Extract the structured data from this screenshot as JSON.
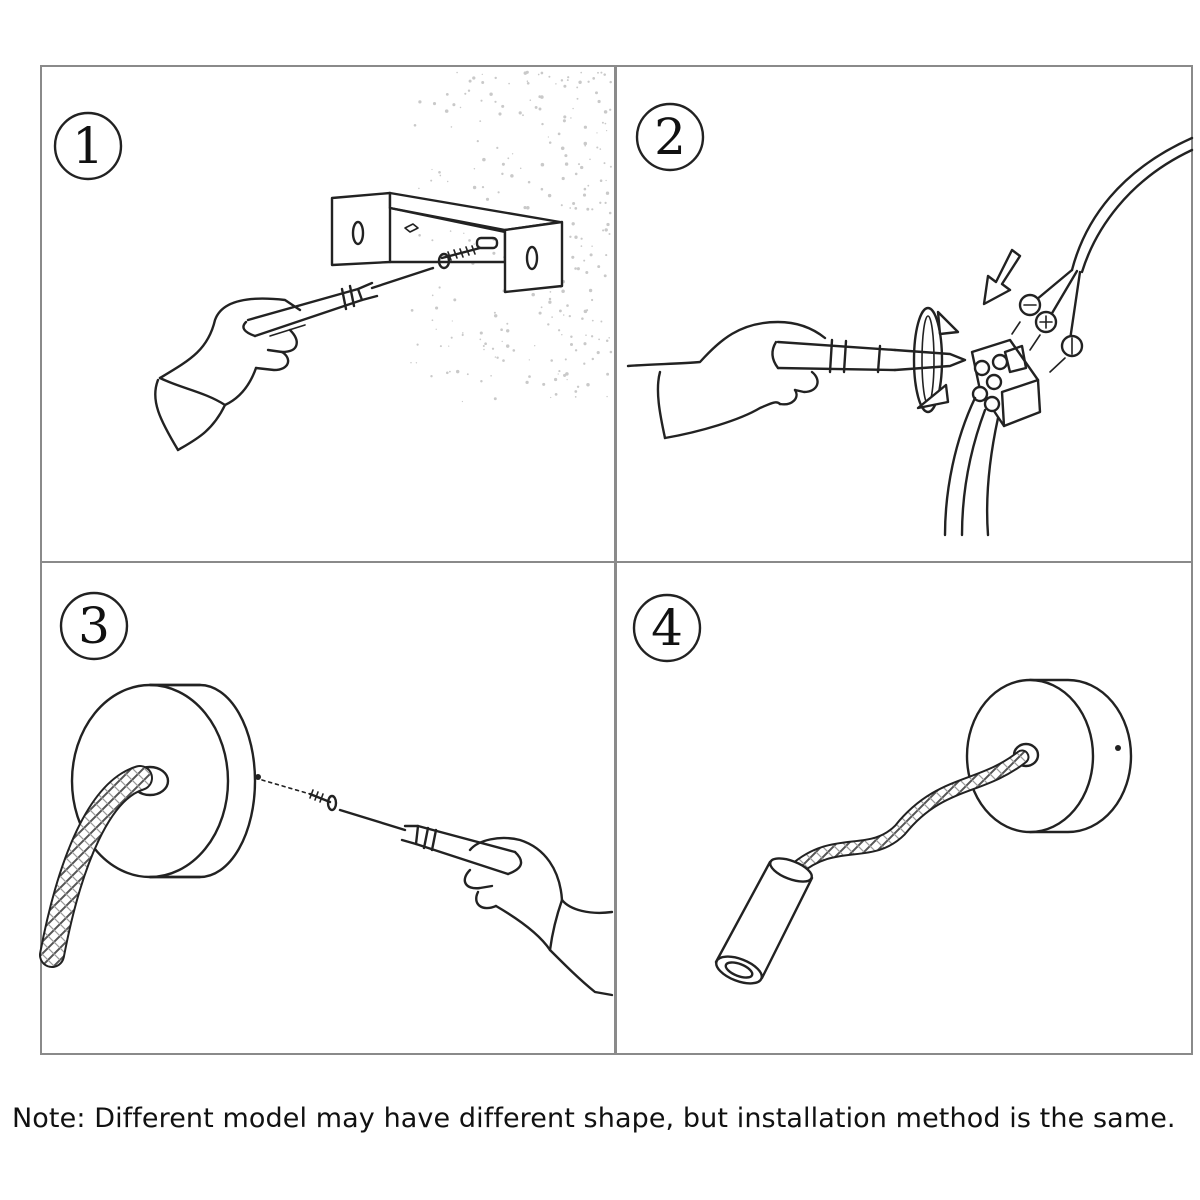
{
  "steps": [
    {
      "number": "1"
    },
    {
      "number": "2"
    },
    {
      "number": "3"
    },
    {
      "number": "4"
    }
  ],
  "note": "Note: Different model may have different shape, but installation method is the same."
}
